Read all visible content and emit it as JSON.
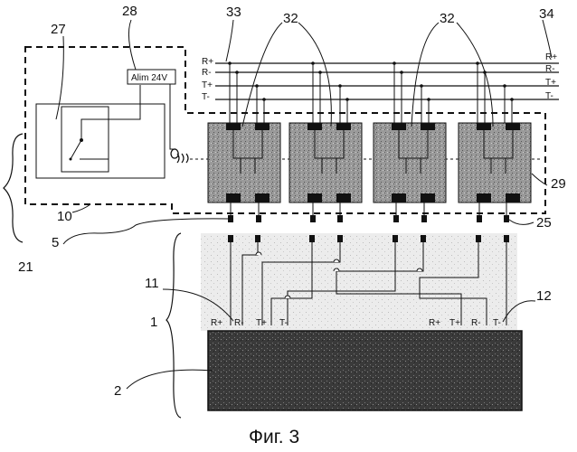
{
  "figure": {
    "caption": "Фиг. 3",
    "power_supply_label": "Alim 24V",
    "top_bus_signals": [
      "R+",
      "R-",
      "T+",
      "T-"
    ],
    "port_left_signals": [
      "R+",
      "R-",
      "T+",
      "T-"
    ],
    "port_right_signals": [
      "R+",
      "T+",
      "R-",
      "T-"
    ],
    "ref_numbers": {
      "r1": "1",
      "r2": "2",
      "r5": "5",
      "r10": "10",
      "r11": "11",
      "r12": "12",
      "r21": "21",
      "r25": "25",
      "r27": "27",
      "r28": "28",
      "r29": "29",
      "r32a": "32",
      "r32b": "32",
      "r33": "33",
      "r34": "34"
    }
  },
  "colors": {
    "ink": "#111111",
    "texture_dark": "#3a3a3a",
    "texture_light": "#d8d8d8"
  }
}
